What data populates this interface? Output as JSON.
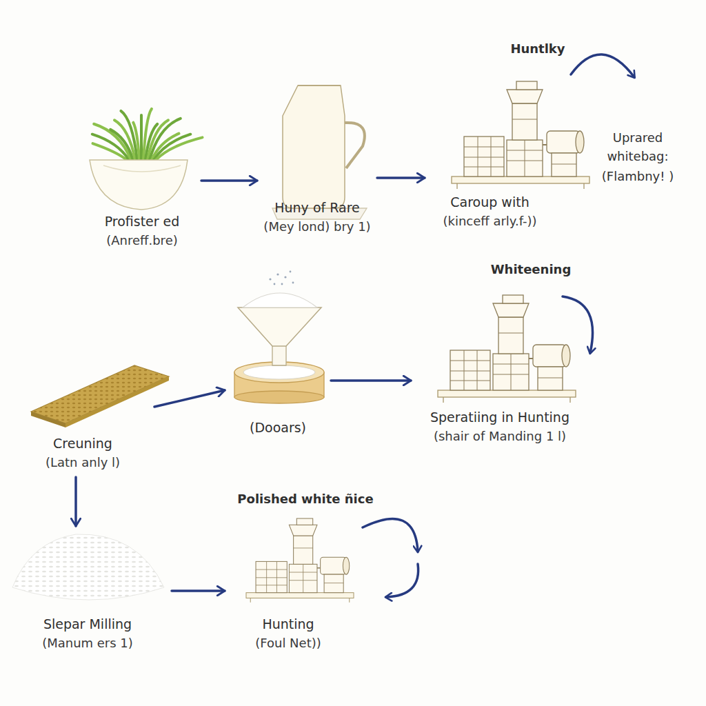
{
  "diagram": {
    "nodes": [
      {
        "text": [
          "Profister ed",
          "(Anreff.bre)"
        ]
      },
      {
        "text": [
          "Huny of Rare",
          "(Mey lond) bry 1)"
        ]
      },
      {
        "text": [
          "Caroup with",
          "(kinceff arly.f-))"
        ]
      },
      {
        "text": [
          "Creuning",
          "(Latn anly l)"
        ]
      },
      {
        "text": [
          "(Dooars)"
        ]
      },
      {
        "text": [
          "Speratiing in Hunting",
          "(shair of Manding 1 l)"
        ]
      },
      {
        "text": [
          "Slepar Milling",
          "(Manum ers 1)"
        ]
      },
      {
        "text": [
          "Hunting",
          "(Foul Net))"
        ]
      }
    ],
    "edges": [
      {
        "from": 0,
        "to": 1,
        "arrow": "to"
      },
      {
        "from": 1,
        "to": 2,
        "arrow": "to"
      },
      {
        "from": 3,
        "to": 4,
        "arrow": "to"
      },
      {
        "from": 4,
        "to": 5,
        "arrow": "to"
      },
      {
        "from": 3,
        "to": 6,
        "arrow": "to"
      },
      {
        "from": 6,
        "to": 7,
        "arrow": "to"
      }
    ],
    "labels": [
      "Huntlky",
      "Uprared whitebag:",
      "(Flambny! )",
      "Whiteening",
      "Polished white ñice"
    ]
  }
}
